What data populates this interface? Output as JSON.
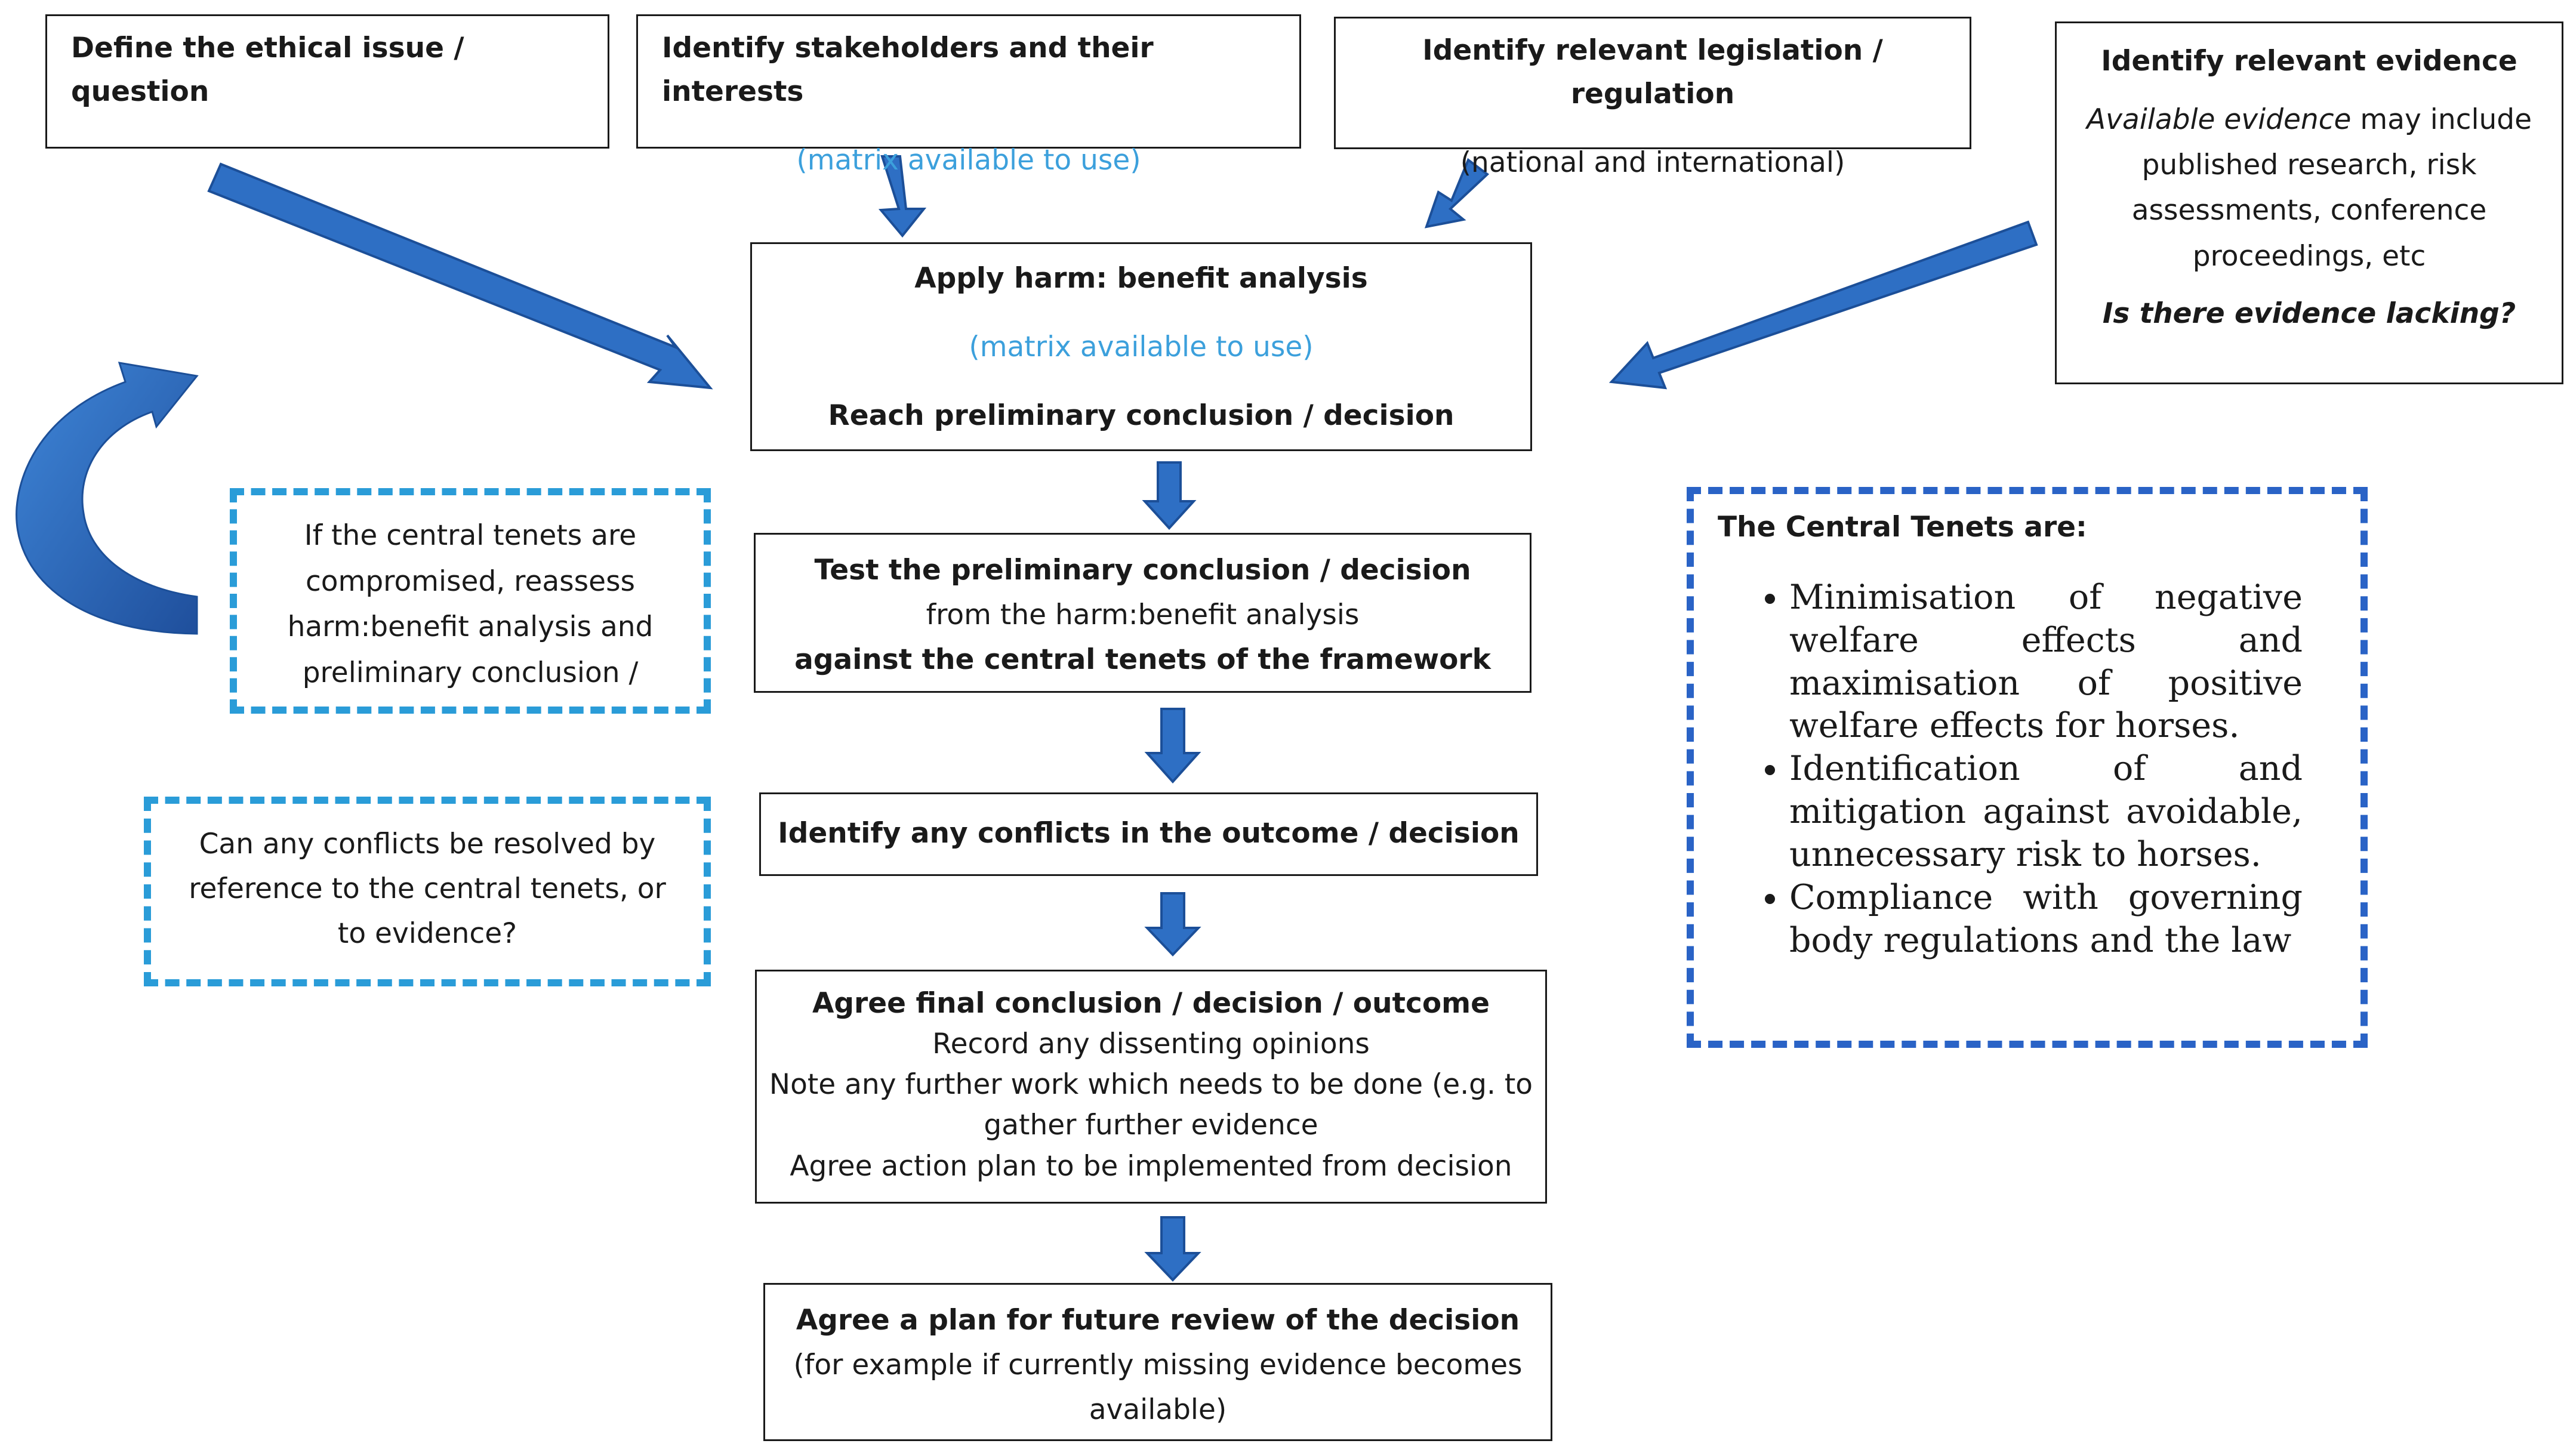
{
  "colors": {
    "arrow_blue": "#2e6fc4",
    "arrow_outline": "#1c4f98",
    "dashed_light": "#2a9cd8",
    "dashed_dark": "#2a63c6",
    "link_blue": "#3ca0dc"
  },
  "top_row": {
    "define": {
      "title": "Define the ethical issue / question"
    },
    "stakeholders": {
      "title": "Identify stakeholders and their interests",
      "note": "(matrix available to use)"
    },
    "legislation": {
      "title": "Identify relevant legislation / regulation",
      "note": "(national and international)"
    },
    "evidence": {
      "title": "Identify relevant evidence",
      "body_em": "Available evidence",
      "body_rest_1": " may include",
      "body_line_2": "published research, risk",
      "body_line_3": "assessments, conference",
      "body_line_4": "proceedings, etc",
      "question": "Is there evidence lacking?"
    }
  },
  "flow": {
    "harm_benefit": {
      "title": "Apply harm: benefit analysis",
      "note": "(matrix available to use)",
      "conclusion": "Reach preliminary conclusion / decision"
    },
    "test": {
      "title": "Test the preliminary conclusion / decision",
      "line2": "from the harm:benefit analysis",
      "line3": "against the central tenets of the framework"
    },
    "conflicts": {
      "title": "Identify any conflicts in the outcome / decision"
    },
    "agree": {
      "title": "Agree final conclusion / decision / outcome",
      "line2": "Record any dissenting opinions",
      "line3": "Note any further work which needs to be done (e.g. to",
      "line4": "gather further evidence",
      "line5": "Agree action plan to be implemented from decision"
    },
    "review": {
      "title": "Agree a plan for future review of the decision",
      "line2": "(for example if currently missing evidence becomes",
      "line3": "available)"
    }
  },
  "side_notes": {
    "reassess": {
      "line1": "If the central tenets are",
      "line2": "compromised, reassess",
      "line3": "harm:benefit analysis and",
      "line4": "preliminary conclusion /"
    },
    "resolve": {
      "line1": "Can any conflicts be resolved by",
      "line2": "reference to the central tenets, or",
      "line3": "to evidence?"
    }
  },
  "central_tenets": {
    "heading": "The Central Tenets are:",
    "items": [
      "Minimisation of negative welfare effects and maximisation of positive welfare effects for horses.",
      "Identification of and mitigation against avoidable, unnecessary risk to horses.",
      "Compliance with governing body regulations and the law"
    ]
  }
}
